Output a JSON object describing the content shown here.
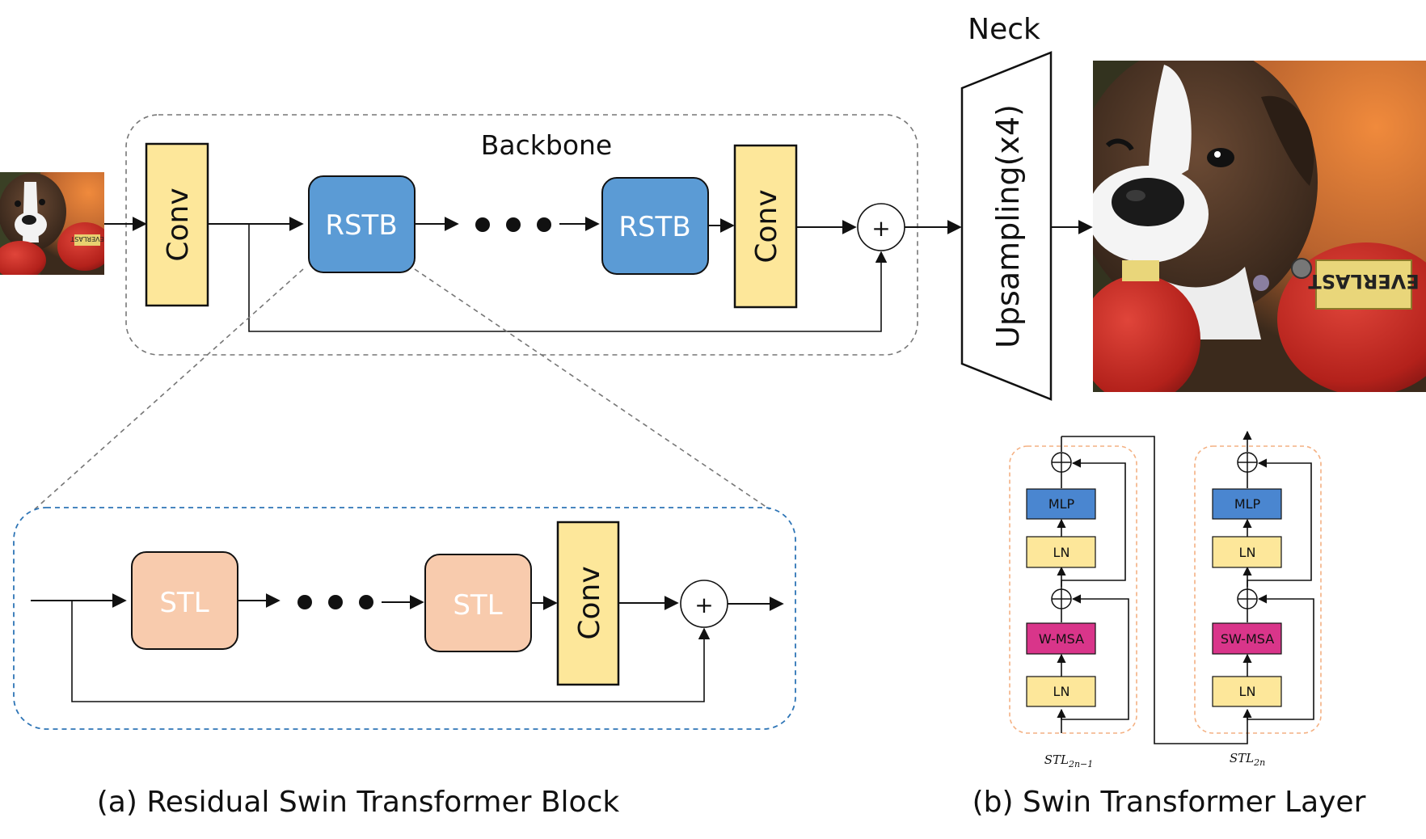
{
  "backbone": {
    "title": "Backbone",
    "conv_in_label": "Conv",
    "rstb_1_label": "RSTB",
    "rstb_2_label": "RSTB",
    "conv_out_label": "Conv",
    "plus_symbol": "+"
  },
  "neck": {
    "title": "Neck",
    "upsampling_label": "Upsampling(x4)"
  },
  "rstb_detail": {
    "stl_1_label": "STL",
    "stl_2_label": "STL",
    "conv_label": "Conv",
    "plus_symbol": "+",
    "caption": "(a) Residual Swin Transformer Block"
  },
  "stl_detail": {
    "left": {
      "mlp": "MLP",
      "ln_top": "LN",
      "msa": "W-MSA",
      "ln_bottom": "LN",
      "subscript": "STL2n-1",
      "subscript_base": "STL",
      "subscript_index": "2n−1"
    },
    "right": {
      "mlp": "MLP",
      "ln_top": "LN",
      "msa": "SW-MSA",
      "ln_bottom": "LN",
      "subscript": "STL2n",
      "subscript_base": "STL",
      "subscript_index": "2n"
    },
    "caption": "(b) Swin Transformer Layer"
  },
  "images": {
    "input": "low-resolution boxer dog input",
    "output": "upscaled boxer dog output"
  },
  "colors": {
    "conv_fill": "#FDE79A",
    "rstb_fill": "#5B9BD5",
    "stl_fill": "#F8CBAD",
    "mlp_fill": "#4A86D0",
    "ln_fill": "#FDE79A",
    "msa_fill": "#D9358A",
    "dash_gray": "#777777",
    "dash_blue": "#2E75B6",
    "dash_orange": "#F4B183"
  }
}
